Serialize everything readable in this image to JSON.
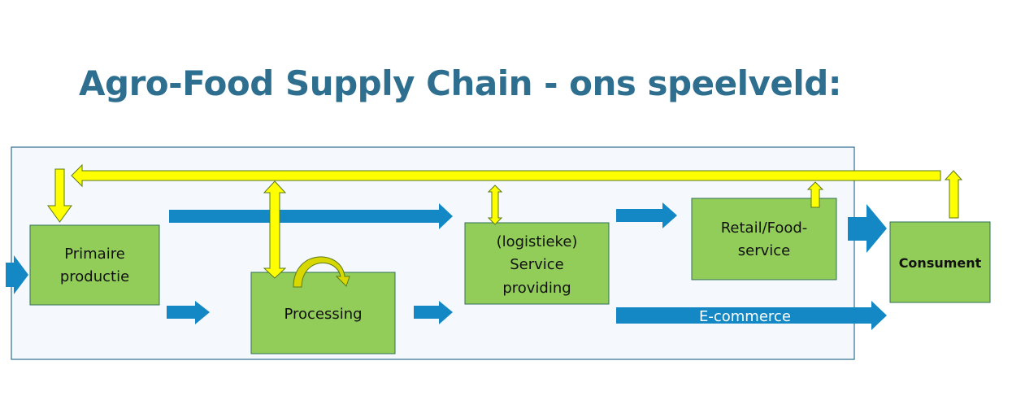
{
  "title": "Agro-Food Supply Chain - ons speelveld:",
  "colors": {
    "title": "#2E6E8E",
    "box_fill": "#92CD5A",
    "box_stroke": "#2F6F5A",
    "flow_blue": "#1388C4",
    "feedback_yellow": "#FFFF00",
    "frame_fill": "#F5F8FC",
    "frame_stroke": "#2E6E8E"
  },
  "boxes": {
    "primaire": {
      "lines": [
        "Primaire",
        "productie"
      ]
    },
    "processing": {
      "lines": [
        "Processing"
      ]
    },
    "service": {
      "lines": [
        "(logistieke)",
        "Service",
        "providing"
      ]
    },
    "retail": {
      "lines": [
        "Retail/Food-",
        "service"
      ]
    },
    "consument": {
      "lines": [
        "Consument"
      ]
    }
  },
  "flows": {
    "ecommerce_label": "E-commerce"
  }
}
